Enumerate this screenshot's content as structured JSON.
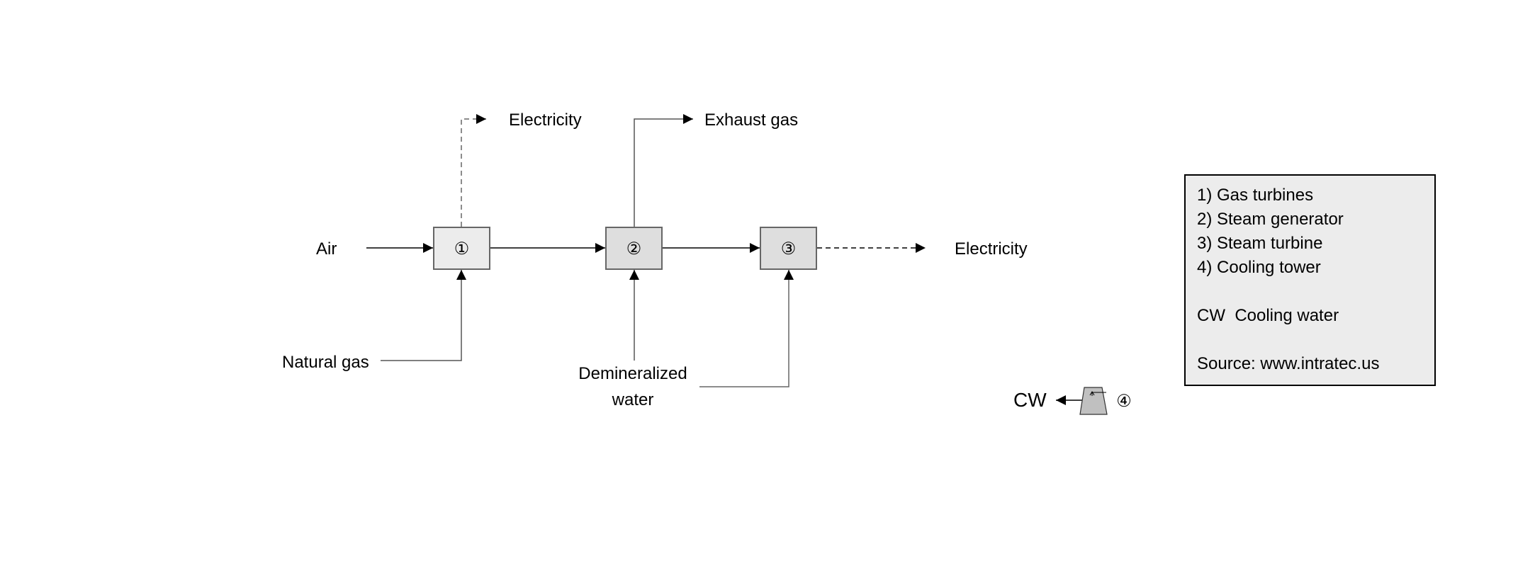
{
  "diagram": {
    "units": [
      {
        "id": "1",
        "symbol": "①",
        "name": "Gas turbines"
      },
      {
        "id": "2",
        "symbol": "②",
        "name": "Steam generator"
      },
      {
        "id": "3",
        "symbol": "③",
        "name": "Steam turbine"
      },
      {
        "id": "4",
        "symbol": "④",
        "name": "Cooling tower"
      }
    ],
    "streams": {
      "air": "Air",
      "natural_gas": "Natural gas",
      "electricity_top": "Electricity",
      "exhaust_gas": "Exhaust gas",
      "demineralized_water_line1": "Demineralized",
      "demineralized_water_line2": "water",
      "electricity_right": "Electricity",
      "cw": "CW"
    },
    "flows": [
      {
        "from": "Air",
        "to": "1",
        "style": "solid"
      },
      {
        "from": "Natural gas",
        "to": "1",
        "style": "solid"
      },
      {
        "from": "1",
        "to": "Electricity",
        "style": "dashed"
      },
      {
        "from": "1",
        "to": "2",
        "style": "solid"
      },
      {
        "from": "2",
        "to": "Exhaust gas",
        "style": "solid"
      },
      {
        "from": "Demineralized water",
        "to": "2",
        "style": "solid"
      },
      {
        "from": "Demineralized water",
        "to": "3",
        "style": "solid"
      },
      {
        "from": "2",
        "to": "3",
        "style": "solid"
      },
      {
        "from": "3",
        "to": "Electricity",
        "style": "dashed"
      },
      {
        "from": "4",
        "to": "CW",
        "style": "solid"
      }
    ]
  },
  "legend": {
    "items": [
      "1) Gas turbines",
      "2) Steam generator",
      "3) Steam turbine",
      "4) Cooling tower"
    ],
    "abbreviation": "CW  Cooling water",
    "source": "Source: www.intratec.us"
  },
  "colors": {
    "unit1_fill": "#ececec",
    "unit_fill": "#dedede",
    "unit_stroke": "#666666",
    "tower_fill": "#c0c0c0",
    "legend_fill": "#ececec"
  }
}
